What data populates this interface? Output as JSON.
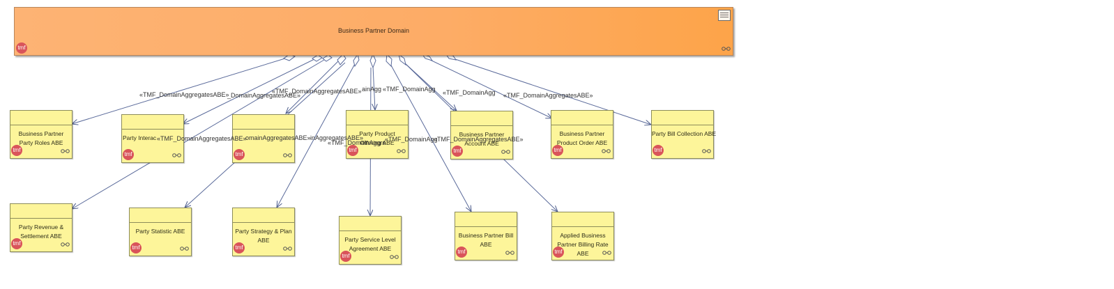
{
  "domain": {
    "title": "Business Partner Domain",
    "badge": "tmf"
  },
  "badge": "tmf",
  "abes": {
    "roles": "Business Partner Party Roles ABE",
    "interaction": "Party Interac",
    "hidden": "",
    "product_offering": "Party Product Offering ABE",
    "account": "Business Partner Account ABE",
    "product_order": "Business Partner Product Order ABE",
    "bill_collection": "Party Bill Collection ABE",
    "revenue": "Party Revenue & Settlement ABE",
    "statistic": "Party Statistic ABE",
    "strategy": "Party Strategy & Plan ABE",
    "sla": "Party Service Level Agreement ABE",
    "bill": "Business Partner Bill ABE",
    "billing_rate": "Applied Business Partner Billing Rate ABE"
  },
  "edge_labels": [
    "«TMF_DomainAggregatesABE»",
    "_DomainAggregatesABE»",
    "«TMF_DomainAggregatesABE»",
    "ainAgg",
    "«TMF_DomainAgg",
    "«TMF_DomainAgg",
    "«TMF_DomainAggregatesABE»",
    "«TMF_DomainAggregatesABE»",
    "omainAggregatesABE»",
    "inAggregatesABE»",
    "«TMF_DomainAgg",
    "«TMF_DomainAggregatesABE»",
    "«TMF_DomainAggre"
  ]
}
